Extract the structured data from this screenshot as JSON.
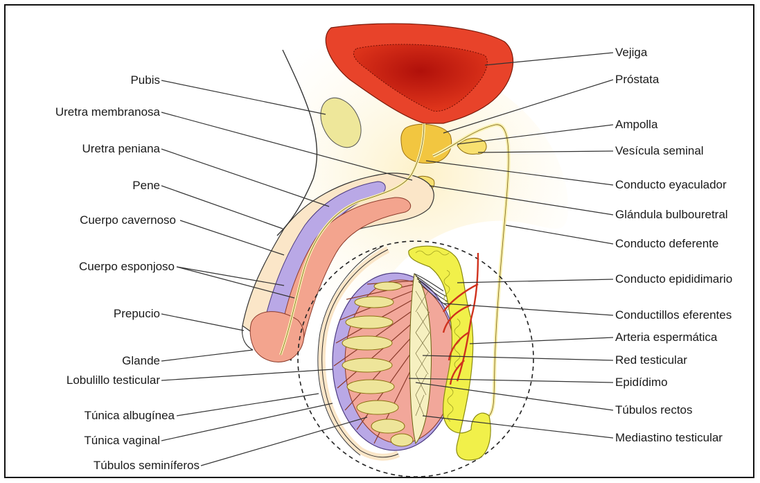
{
  "labels_left": [
    {
      "id": "pubis",
      "text": "Pubis"
    },
    {
      "id": "uretra-membranosa",
      "text": "Uretra membranosa"
    },
    {
      "id": "uretra-peniana",
      "text": "Uretra peniana"
    },
    {
      "id": "pene",
      "text": "Pene"
    },
    {
      "id": "cuerpo-cavernoso",
      "text": "Cuerpo cavernoso"
    },
    {
      "id": "cuerpo-esponjoso",
      "text": "Cuerpo esponjoso"
    },
    {
      "id": "prepucio",
      "text": "Prepucio"
    },
    {
      "id": "glande",
      "text": "Glande"
    },
    {
      "id": "lobulillo-testicular",
      "text": "Lobulillo testicular"
    },
    {
      "id": "tunica-albuginea",
      "text": "Túnica albugínea"
    },
    {
      "id": "tunica-vaginal",
      "text": "Túnica vaginal"
    },
    {
      "id": "tubulos-seminiferos",
      "text": "Túbulos seminíferos"
    }
  ],
  "labels_right": [
    {
      "id": "vejiga",
      "text": "Vejiga"
    },
    {
      "id": "prostata",
      "text": "Próstata"
    },
    {
      "id": "ampolla",
      "text": "Ampolla"
    },
    {
      "id": "vesicula-seminal",
      "text": "Vesícula seminal"
    },
    {
      "id": "conducto-eyaculador",
      "text": "Conducto eyaculador"
    },
    {
      "id": "glandula-bulbouretral",
      "text": "Glándula bulbouretral"
    },
    {
      "id": "conducto-deferente",
      "text": "Conducto deferente"
    },
    {
      "id": "conducto-epididimario",
      "text": "Conducto epididimario"
    },
    {
      "id": "conductillos-eferentes",
      "text": "Conductillos eferentes"
    },
    {
      "id": "arteria-espermatica",
      "text": "Arteria espermática"
    },
    {
      "id": "red-testicular",
      "text": "Red testicular"
    },
    {
      "id": "epididimo",
      "text": "Epidídimo"
    },
    {
      "id": "tubulos-rectos",
      "text": "Túbulos rectos"
    },
    {
      "id": "mediastino-testicular",
      "text": "Mediastino testicular"
    }
  ],
  "colors": {
    "bladder_outer": "#e8432a",
    "bladder_inner": "#c81a10",
    "prostate": "#f2c640",
    "pubis": "#eee79a",
    "penis_skin": "#fbe6c8",
    "cavernous": "#b9a8e6",
    "spongy": "#f3a48e",
    "testis": "#f2a79a",
    "tubules": "#eee59a",
    "epididymis": "#f1f04a",
    "artery": "#d0321e",
    "deferent": "#f8f0b0",
    "leader_line": "#333333"
  }
}
